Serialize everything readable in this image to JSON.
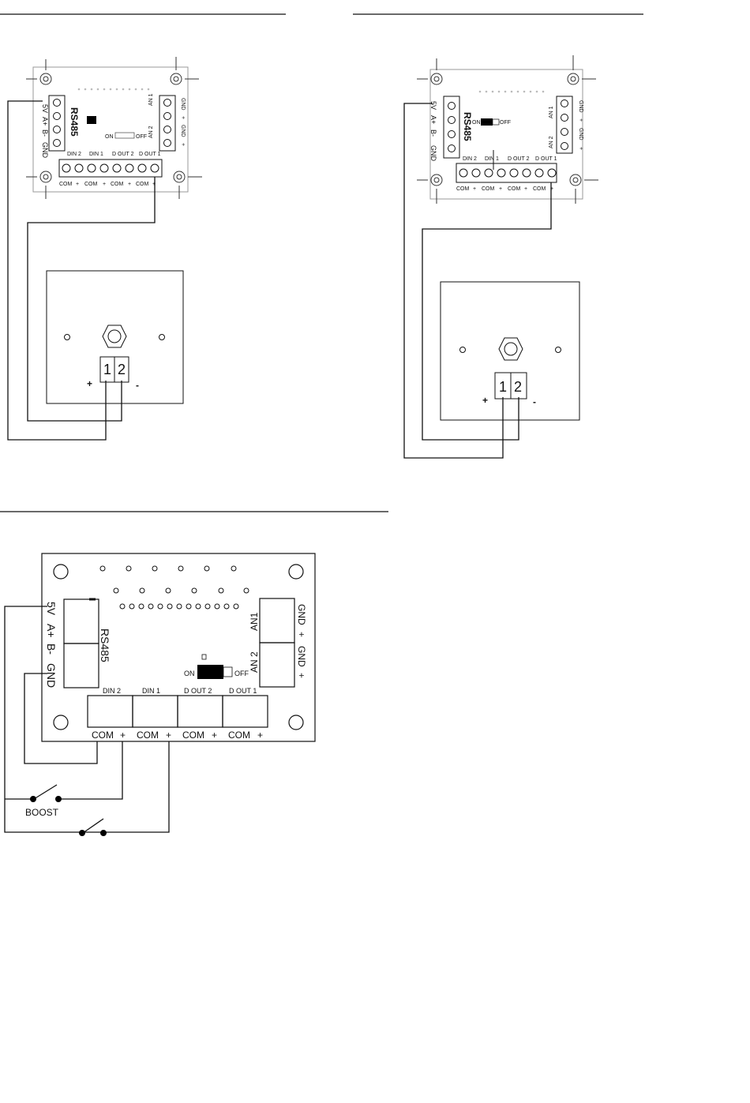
{
  "colors": {
    "line": "#111111",
    "fill": "#ffffff",
    "accent": "#000000"
  },
  "diagram_a": {
    "pins": [
      "5V",
      "A+",
      "B-",
      "GND"
    ],
    "bus": "RS485",
    "an_labels": [
      "AN 1",
      "AN 2"
    ],
    "an_pins": [
      "GND",
      "+",
      "GND",
      "+"
    ],
    "top_labels": [
      "DIN 2",
      "DIN 1",
      "D OUT 2",
      "D OUT 1"
    ],
    "bottom_labels": [
      "COM",
      "+",
      "COM",
      "+",
      "COM",
      "+",
      "COM",
      "+"
    ],
    "switch_on": "ON",
    "switch_off": "OFF",
    "sensor_terminals": [
      "1",
      "2"
    ],
    "sensor_plus": "+",
    "sensor_minus": "-"
  },
  "diagram_b": {
    "pins": [
      "5V",
      "A+",
      "B-",
      "GND"
    ],
    "bus": "RS485",
    "an_labels": [
      "AN 1",
      "AN 2"
    ],
    "an_pins": [
      "GND",
      "+",
      "GND",
      "+"
    ],
    "top_labels": [
      "DIN 2",
      "DIN 1",
      "D OUT 2",
      "D OUT 1"
    ],
    "bottom_labels": [
      "COM",
      "+",
      "COM",
      "+",
      "COM",
      "+",
      "COM",
      "+"
    ],
    "switch_on": "ON",
    "switch_off": "OFF",
    "sensor_terminals": [
      "1",
      "2"
    ],
    "sensor_plus": "+",
    "sensor_minus": "-"
  },
  "diagram_c": {
    "pins": [
      "5V",
      "A+",
      "B-",
      "GND"
    ],
    "bus": "RS485",
    "an_labels": [
      "AN1",
      "AN 2"
    ],
    "an_pins": [
      "GND",
      "+",
      "GND",
      "+"
    ],
    "top_labels": [
      "DIN 2",
      "DIN 1",
      "D OUT 2",
      "D OUT 1"
    ],
    "bottom_labels": [
      "COM",
      "+",
      "COM",
      "+",
      "COM",
      "+",
      "COM",
      "+"
    ],
    "switch_on": "ON",
    "switch_off": "OFF",
    "boost_label": "BOOST"
  }
}
